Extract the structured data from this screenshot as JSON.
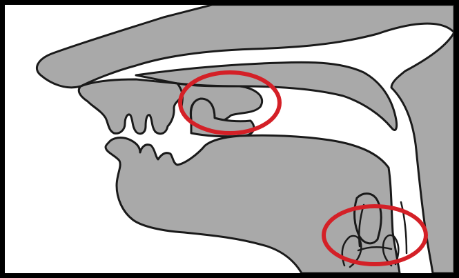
{
  "diagram": {
    "subject": "sagittal-section-vocal-tract",
    "fill_color": "#a9a9a9",
    "outline_color": "#1a1a1a",
    "background_color": "#ffffff",
    "frame_color": "#000000",
    "highlight_color": "#d42027",
    "highlights": [
      {
        "name": "alveolar-ridge-highlight"
      },
      {
        "name": "larynx-highlight"
      }
    ]
  }
}
